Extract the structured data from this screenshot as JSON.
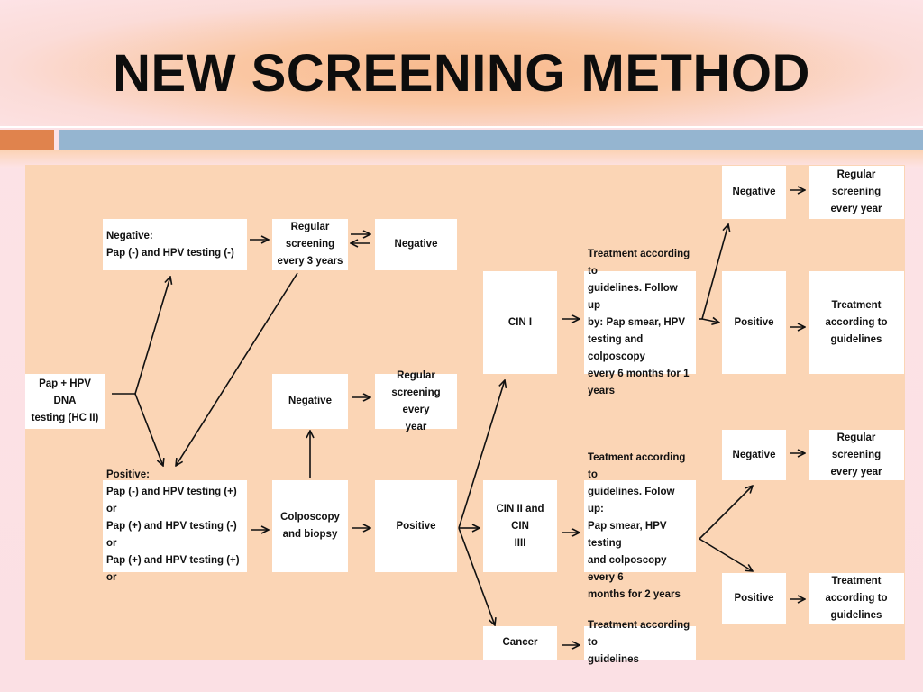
{
  "title": "NEW SCREENING METHOD",
  "nodes": {
    "start": "Pap + HPV DNA\ntesting (HC II)",
    "negative_main": "Negative:\nPap (-) and HPV testing (-)",
    "regular_3yr": "Regular\nscreening\nevery 3 years",
    "negative_loop": "Negative",
    "positive_main": "Positive:\nPap (-) and HPV testing (+) or\nPap (+) and HPV testing (-) or\nPap (+) and HPV testing (+) or",
    "colposcopy": "Colposcopy\nand biopsy",
    "biopsy_negative": "Negative",
    "biopsy_negative_regular": "Regular\nscreening every\nyear",
    "biopsy_positive": "Positive",
    "cin1": "CIN I",
    "cin1_treatment": "Treatment according to\nguidelines. Follow up\nby: Pap smear, HPV\ntesting and colposcopy\nevery 6 months for 1\nyears",
    "cin1_negative": "Negative",
    "cin1_negative_regular": "Regular screening\nevery year",
    "cin1_positive": "Positive",
    "cin1_positive_treatment": "Treatment\naccording to\nguidelines",
    "cin23": "CIN II and CIN\nIIII",
    "cin23_treatment": "Teatment according to\nguidelines. Folow up:\nPap smear, HPV testing\nand colposcopy every 6\nmonths for 2 years",
    "cin23_negative": "Negative",
    "cin23_negative_regular": "Regular screening\nevery year",
    "cin23_positive": "Positive",
    "cin23_positive_treatment": "Treatment\naccording to\nguidelines",
    "cancer": "Cancer",
    "cancer_treatment": "Treatment according to\nguidelines"
  }
}
